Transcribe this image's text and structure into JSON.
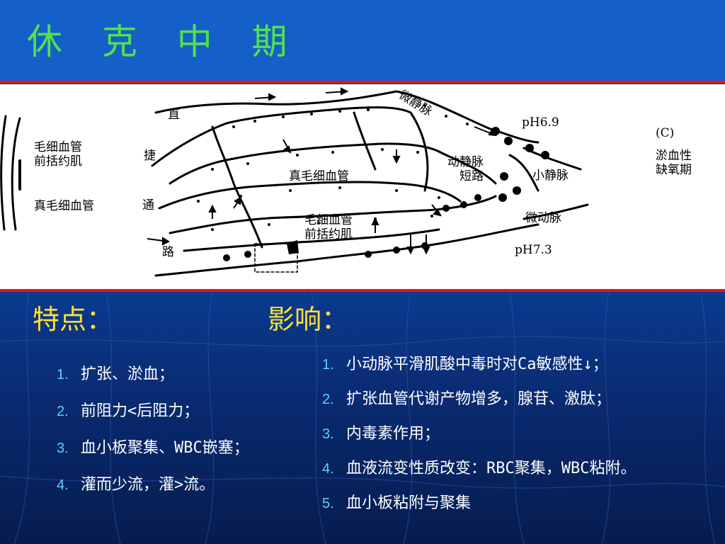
{
  "slide": {
    "title": "休 克 中 期",
    "colors": {
      "header_bg": "#1560c8",
      "title": "#52e052",
      "accent_line": "#e01818",
      "section_title": "#ffe030",
      "list_number": "#5fd0ff",
      "list_text": "#ffffff",
      "body_bg": "#0a2a7a"
    }
  },
  "diagram": {
    "labels": {
      "precap_sphincter_left": "毛细血管\n前括约肌",
      "true_capillary_left": "真毛细血管",
      "direct_1": "直",
      "direct_2": "捷",
      "direct_3": "通",
      "direct_4": "路",
      "venule_micro": "微静脉",
      "ph_top": "pH6.9",
      "stage": "(C)",
      "stage_desc": "淤血性\n缺氧期",
      "true_capillary_center": "真毛细血管",
      "av_shunt": "动静脉\n短路",
      "small_vein": "小静脉",
      "arteriole_micro": "微动脉",
      "precap_sphincter_center": "毛细血管\n前括约肌",
      "ph_bottom": "pH7.3"
    }
  },
  "features": {
    "title": "特点：",
    "items": [
      {
        "num": "1.",
        "text": "扩张、淤血；"
      },
      {
        "num": "2.",
        "text": "前阻力<后阻力；"
      },
      {
        "num": "3.",
        "text": "血小板聚集、WBC嵌塞；"
      },
      {
        "num": "4.",
        "text": "灌而少流，灌>流。"
      }
    ]
  },
  "effects": {
    "title": "影响：",
    "items": [
      {
        "num": "1.",
        "text": "小动脉平滑肌酸中毒时对Ca敏感性↓；"
      },
      {
        "num": "2.",
        "text": "扩张血管代谢产物增多，腺苷、激肽；"
      },
      {
        "num": "3.",
        "text": "内毒素作用；"
      },
      {
        "num": "4.",
        "text": "血液流变性质改变：RBC聚集，WBC粘附。"
      },
      {
        "num": "5.",
        "text": "血小板粘附与聚集"
      }
    ]
  }
}
